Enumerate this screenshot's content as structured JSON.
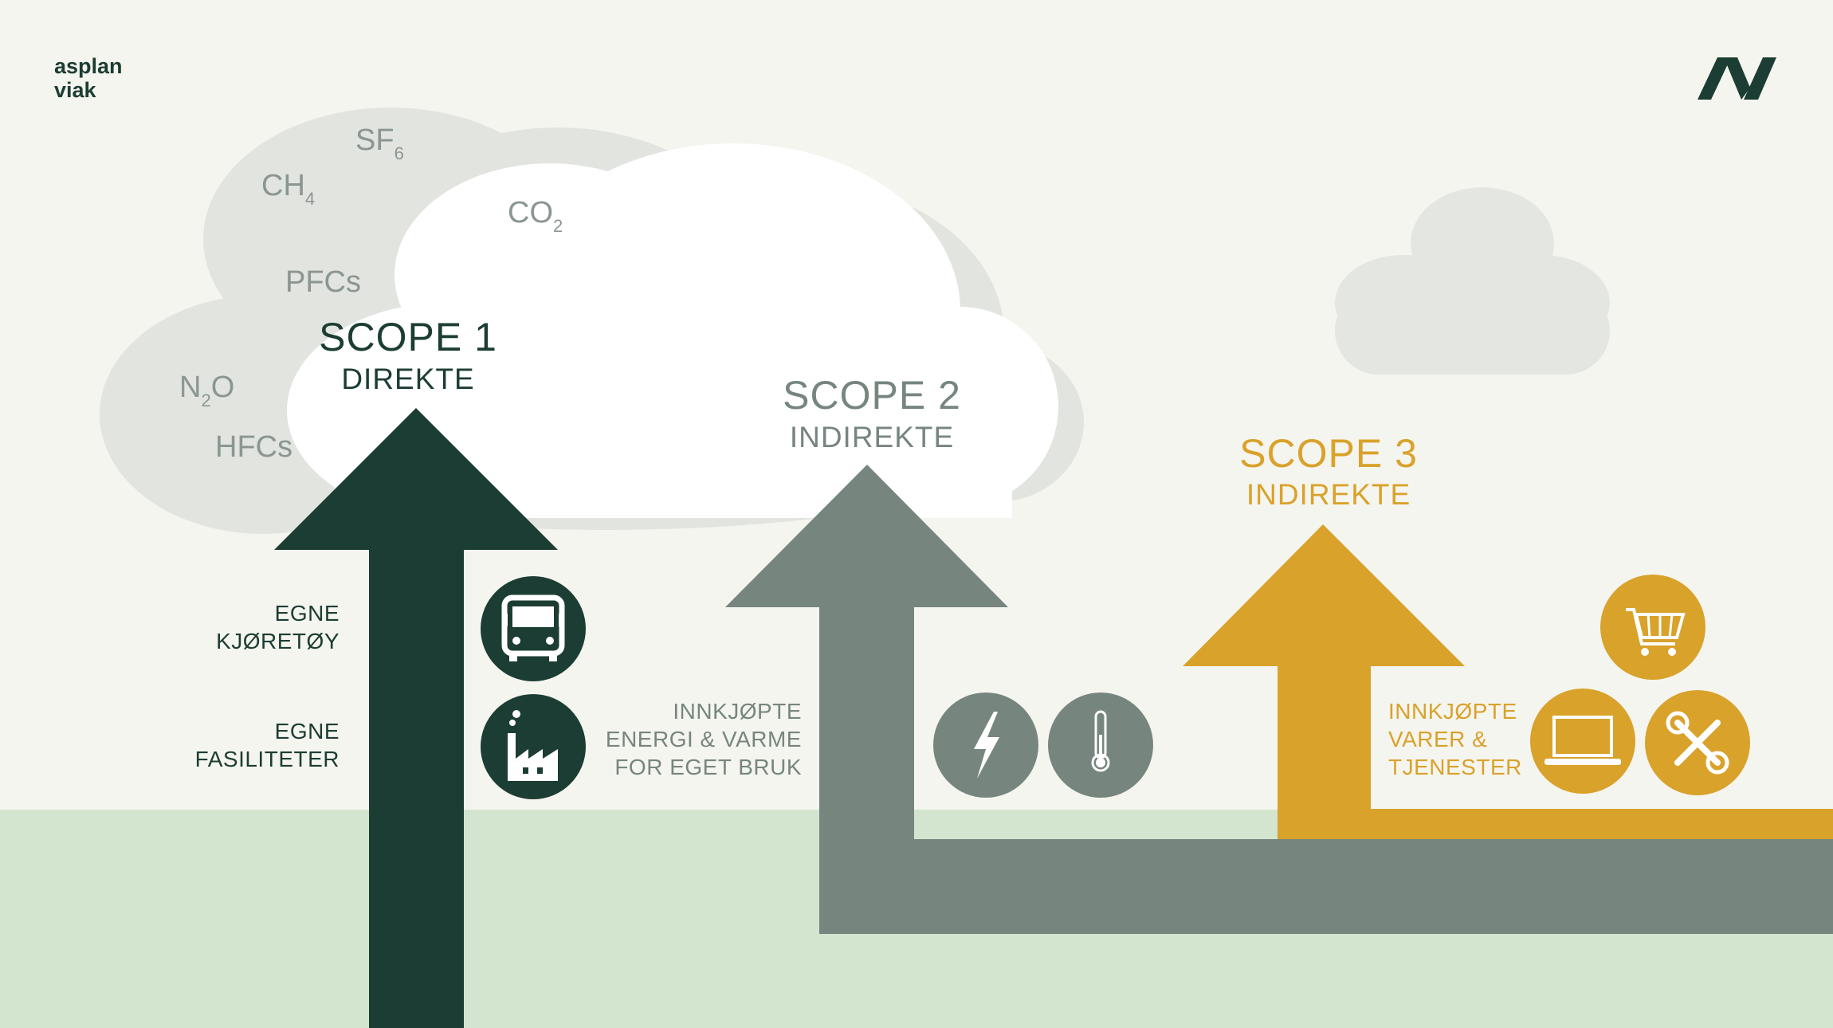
{
  "brand": {
    "line1": "asplan",
    "line2": "viak"
  },
  "gases": {
    "sf6": {
      "base": "SF",
      "sub": "6"
    },
    "ch4": {
      "base": "CH",
      "sub": "4"
    },
    "co2": {
      "base": "CO",
      "sub": "2"
    },
    "pfcs": "PFCs",
    "n2o": {
      "base": "N",
      "sub": "2",
      "tail": "O"
    },
    "hfcs": "HFCs"
  },
  "scope1": {
    "title": "SCOPE 1",
    "subtitle": "DIREKTE",
    "label_vehicles": "EGNE\nKJØRETØY",
    "label_facilities": "EGNE\nFASILITETER",
    "icons": [
      "bus-icon",
      "factory-icon"
    ]
  },
  "scope2": {
    "title": "SCOPE 2",
    "subtitle": "INDIREKTE",
    "label": "INNKJØPTE\nENERGI & VARME\nFOR EGET BRUK",
    "icons": [
      "lightning-icon",
      "thermometer-icon"
    ]
  },
  "scope3": {
    "title": "SCOPE 3",
    "subtitle": "INDIREKTE",
    "label": "INNKJØPTE\nVARER &\nTJENESTER",
    "icons": [
      "shopping-cart-icon",
      "laptop-icon",
      "tools-icon"
    ]
  },
  "colors": {
    "background": "#f5f5ef",
    "ground": "#d3e5cf",
    "cloud_grey": "#e2e4e0",
    "cloud_white": "#ffffff",
    "scope1": "#1c3d33",
    "scope2": "#76867e",
    "scope3": "#d9a22b",
    "gas_text": "#8b9692"
  }
}
